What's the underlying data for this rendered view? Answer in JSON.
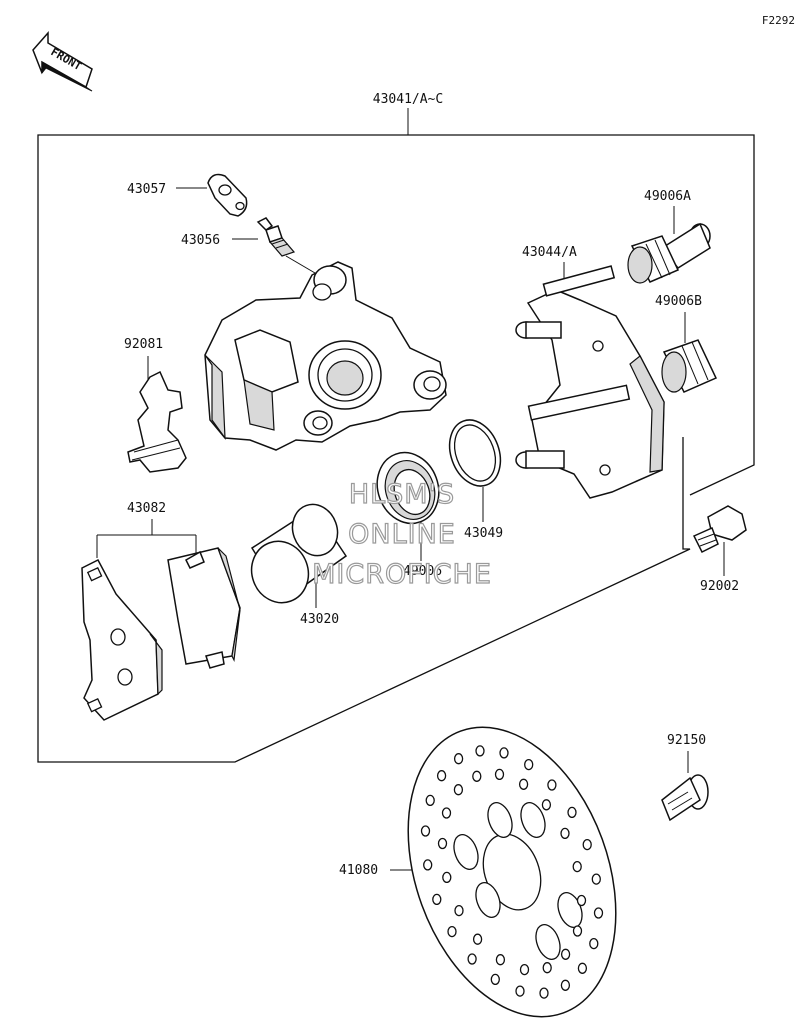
{
  "diagram_code": "F2292",
  "front_arrow": {
    "label": "FRONT"
  },
  "watermark": [
    "HLSM'S",
    "ONLINE",
    "MICROFICHE"
  ],
  "parts": {
    "caliper_assembly": "43041/A~C",
    "bleed_cap": "43057",
    "bleeder_valve": "43056",
    "pad_spring": "92081",
    "bracket": "43044/A",
    "boot_a": "49006A",
    "boot_b": "49006B",
    "pad_set": "43082",
    "piston": "43020",
    "dust_seal": "49006",
    "piston_seal": "43049",
    "bolt": "92002",
    "disc_bolt": "92150",
    "disc": "41080"
  }
}
